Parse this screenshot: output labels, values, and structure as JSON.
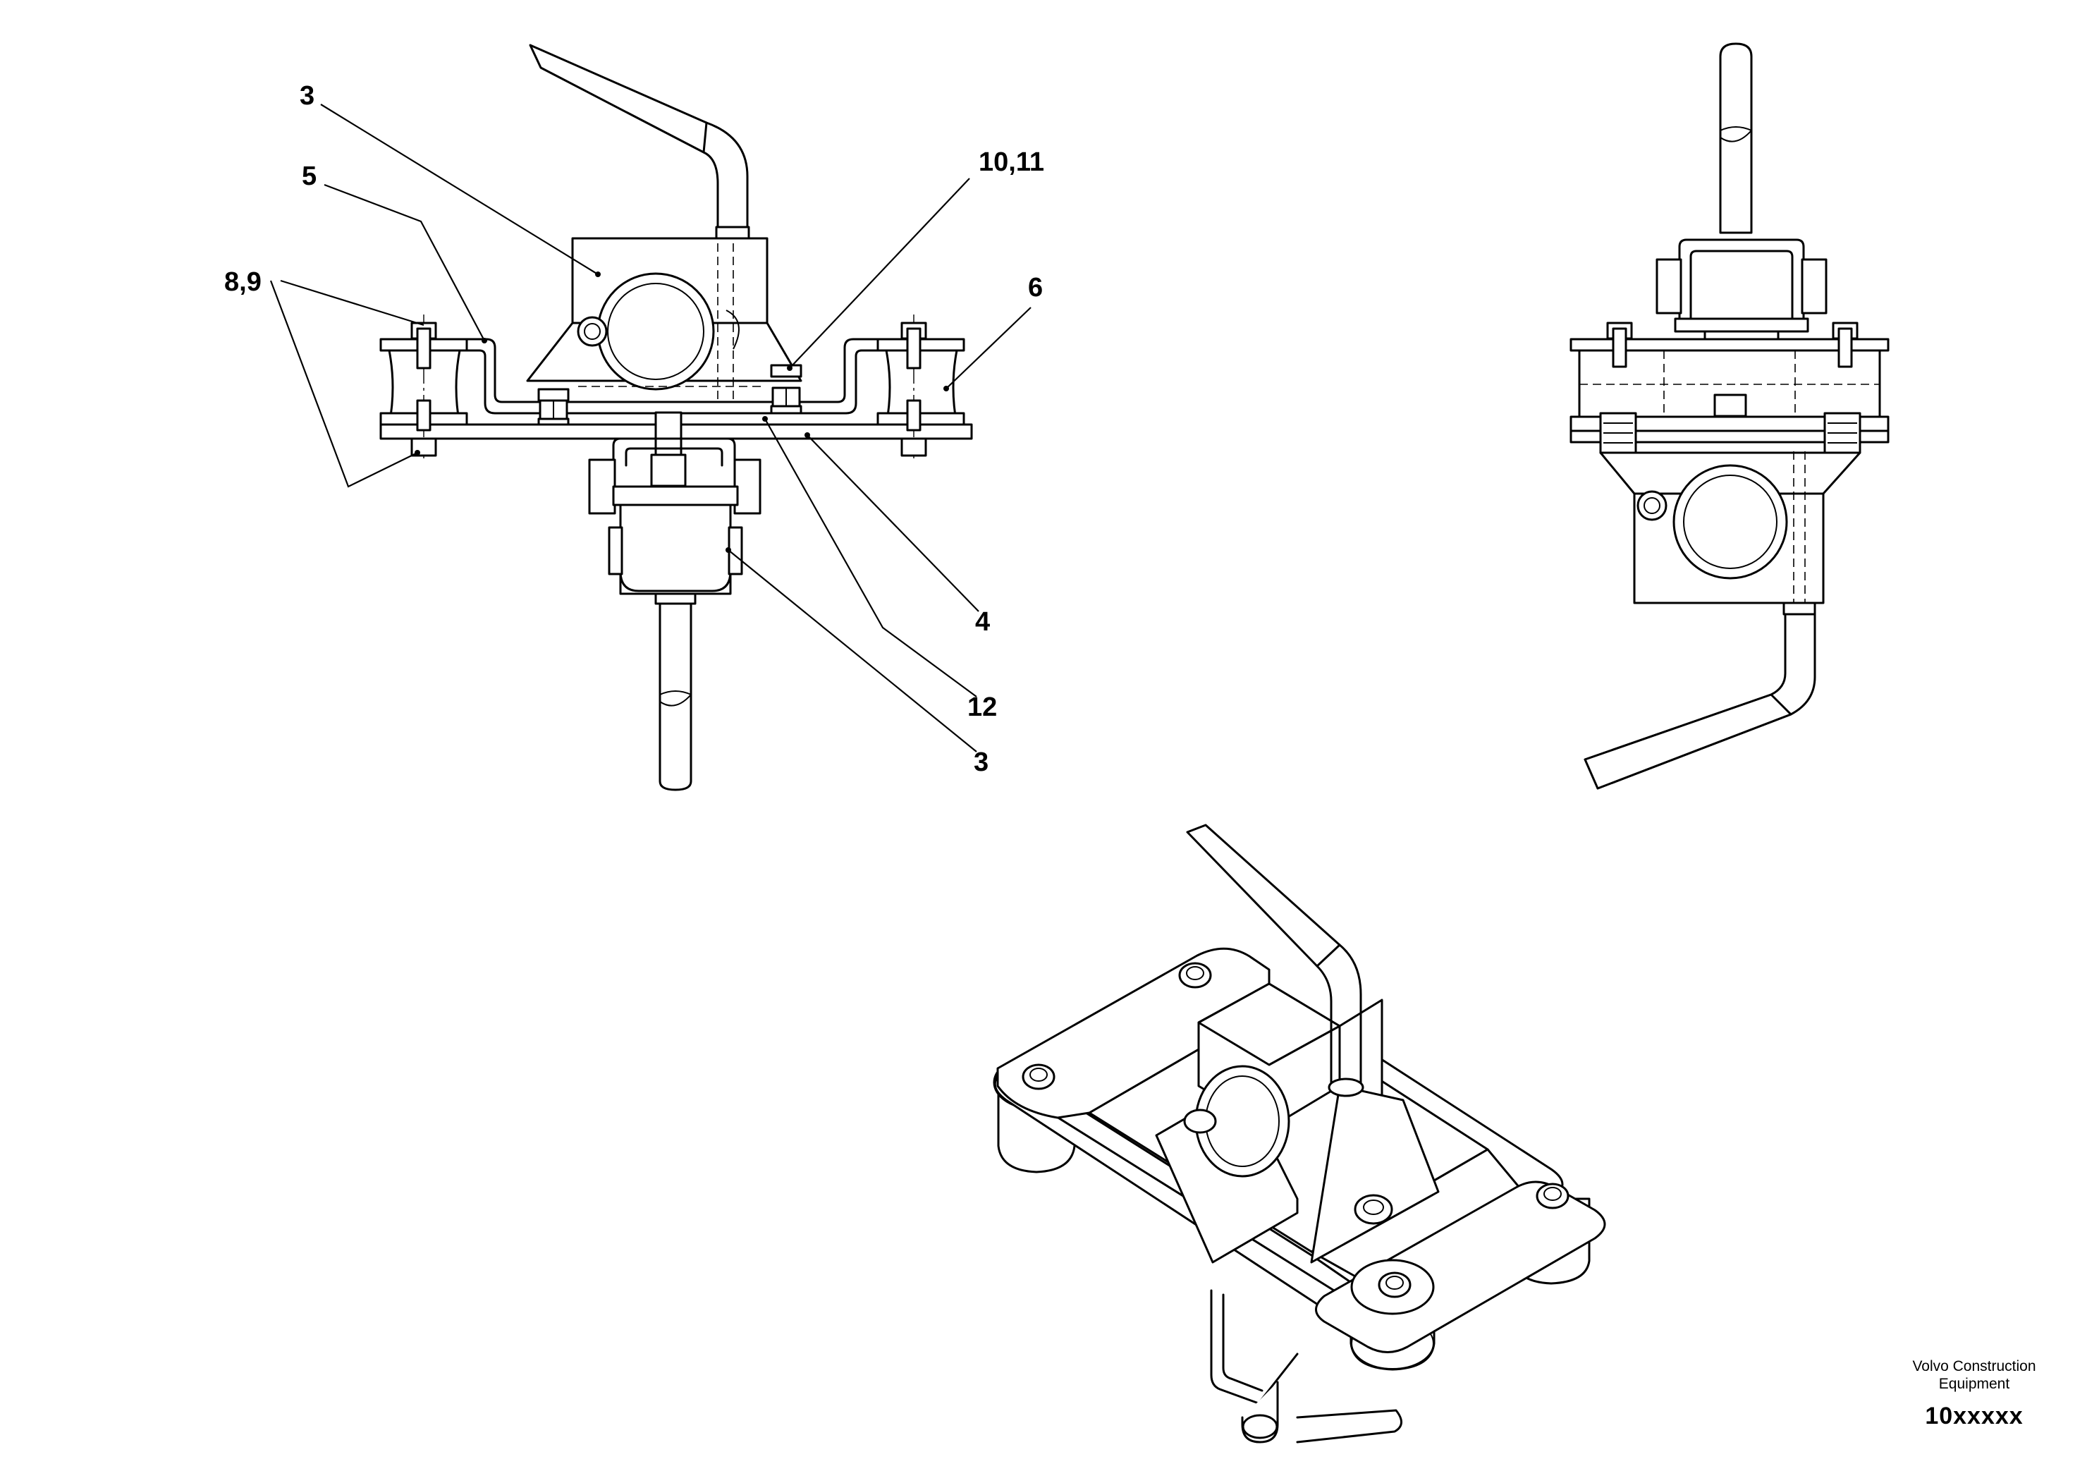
{
  "callouts": {
    "c3_top": "3",
    "c5": "5",
    "c8_9": "8,9",
    "c10_11": "10,11",
    "c6": "6",
    "c4": "4",
    "c12": "12",
    "c3_bottom": "3"
  },
  "stamp": {
    "company_line1": "Volvo Construction",
    "company_line2": "Equipment",
    "code": "10xxxxx"
  }
}
